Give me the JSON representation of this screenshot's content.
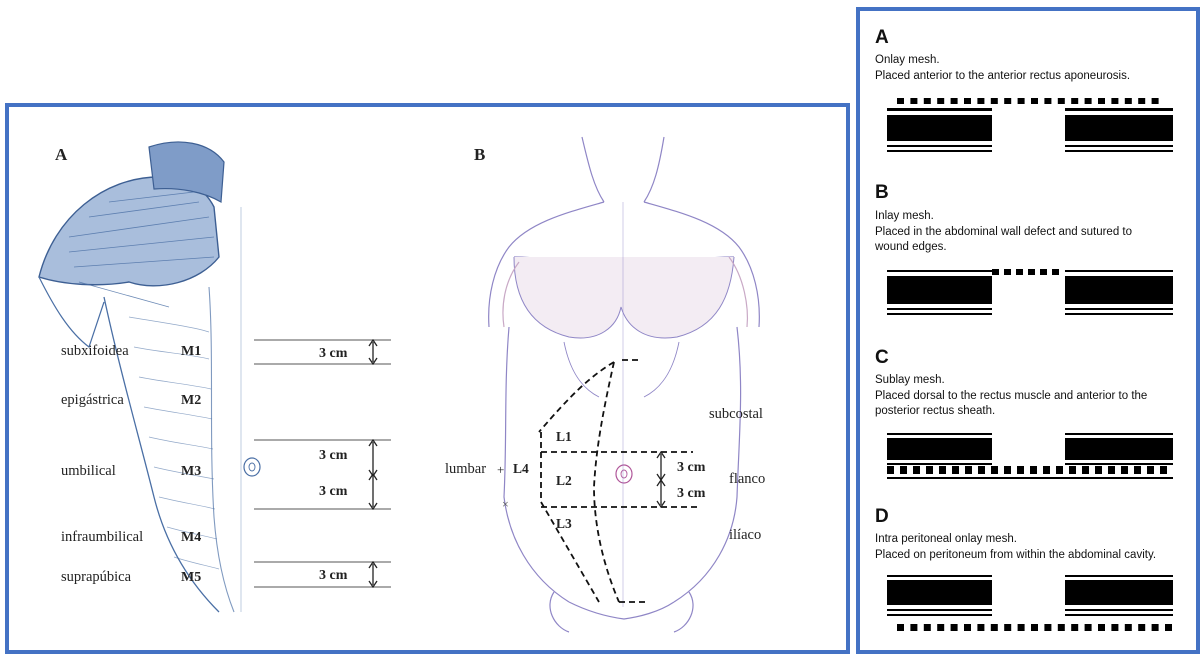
{
  "left_panel": {
    "diagram_a": {
      "label": "A",
      "regions": [
        {
          "name": "subxifoidea",
          "code": "M1"
        },
        {
          "name": "epigástrica",
          "code": "M2"
        },
        {
          "name": "umbilical",
          "code": "M3"
        },
        {
          "name": "infraumbilical",
          "code": "M4"
        },
        {
          "name": "suprapúbica",
          "code": "M5"
        }
      ],
      "measurements": [
        "3 cm",
        "3 cm",
        "3 cm",
        "3 cm"
      ]
    },
    "diagram_b": {
      "label": "B",
      "zones": [
        "L1",
        "L2",
        "L3",
        "L4"
      ],
      "left_label": "lumbar",
      "right_labels": [
        "subcostal",
        "flanco",
        "ilíaco"
      ],
      "measurements": [
        "3 cm",
        "3 cm"
      ]
    }
  },
  "right_panel": {
    "sections": [
      {
        "letter": "A",
        "title": "Onlay mesh.",
        "description": "Placed anterior to the anterior rectus aponeurosis."
      },
      {
        "letter": "B",
        "title": "Inlay mesh.",
        "description_lines": [
          "Placed in the abdominal wall defect and sutured to",
          "wound edges."
        ]
      },
      {
        "letter": "C",
        "title": "Sublay mesh.",
        "description_lines": [
          "Placed dorsal to the rectus muscle and anterior to the",
          "posterior rectus sheath."
        ]
      },
      {
        "letter": "D",
        "title": "Intra peritoneal onlay mesh.",
        "description": "Placed on peritoneum from within the abdominal cavity."
      }
    ]
  },
  "colors": {
    "frame_border": "#4472c4",
    "anatomy_blue": "#4a6fa5",
    "anatomy_purple": "#8f86c6",
    "text": "#222222"
  }
}
